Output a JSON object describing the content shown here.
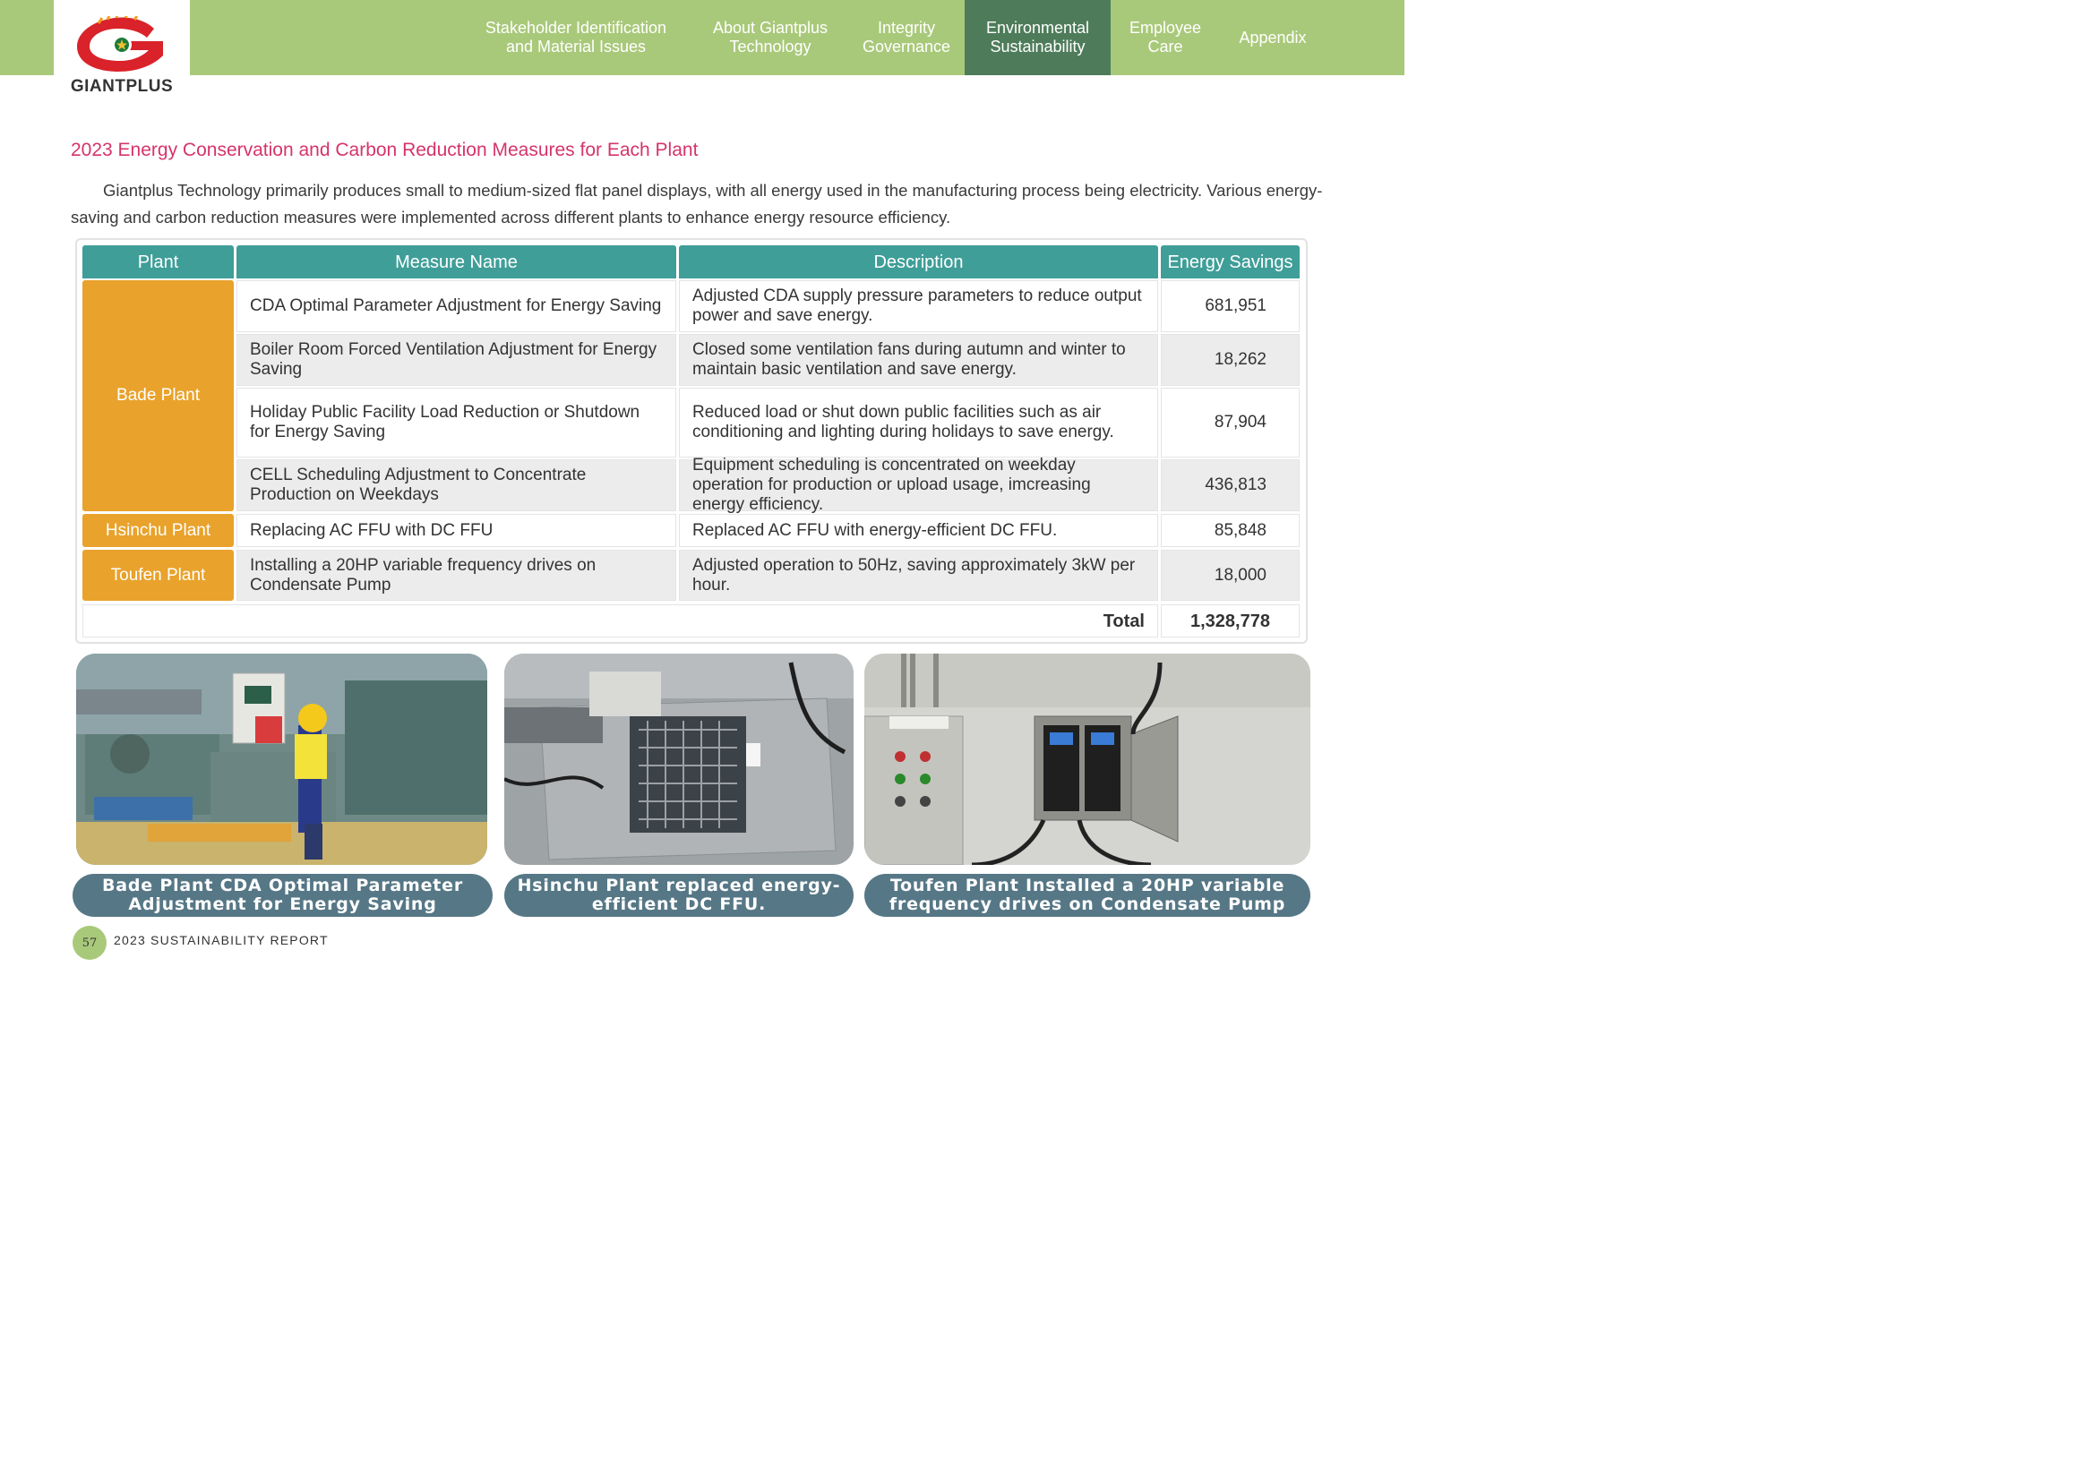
{
  "header": {
    "logo_text": "GIANTPLUS",
    "nav": [
      {
        "label": "Stakeholder Identification\nand Material Issues",
        "active": false
      },
      {
        "label": "About Giantplus\nTechnology",
        "active": false
      },
      {
        "label": "Integrity\nGovernance",
        "active": false
      },
      {
        "label": "Environmental\nSustainability",
        "active": true
      },
      {
        "label": "Employee\nCare",
        "active": false
      },
      {
        "label": "Appendix",
        "active": false
      }
    ]
  },
  "section_title": "2023 Energy Conservation and Carbon Reduction Measures for Each Plant",
  "intro": "Giantplus Technology primarily produces small to medium-sized flat panel displays, with all energy used in the manufacturing process being electricity. Various energy-saving and carbon reduction measures were implemented across different plants to enhance energy resource efficiency.",
  "table": {
    "headers": [
      "Plant",
      "Measure Name",
      "Description",
      "Energy Savings"
    ],
    "plants": [
      "Bade Plant",
      "Hsinchu Plant",
      "Toufen Plant"
    ],
    "rows": [
      {
        "measure": "CDA Optimal Parameter Adjustment for Energy Saving",
        "description": "Adjusted CDA supply pressure parameters to reduce output power and save energy.",
        "savings": "681,951"
      },
      {
        "measure": "Boiler Room Forced Ventilation Adjustment for Energy Saving",
        "description": "Closed some ventilation fans during autumn and winter to maintain basic ventilation and save energy.",
        "savings": "18,262"
      },
      {
        "measure": "Holiday Public Facility Load Reduction or Shutdown for Energy Saving",
        "description": "Reduced load or shut down public facilities such as air conditioning and lighting during holidays to save energy.",
        "savings": "87,904"
      },
      {
        "measure": "CELL Scheduling Adjustment to Concentrate Production on Weekdays",
        "description": "Equipment scheduling is concentrated on weekday operation for production or upload usage, imcreasing energy efficiency.",
        "savings": "436,813"
      },
      {
        "measure": "Replacing AC FFU with DC FFU",
        "description": "Replaced AC FFU with energy-efficient DC FFU.",
        "savings": "85,848"
      },
      {
        "measure": "Installing a 20HP variable frequency drives on Condensate Pump",
        "description": "Adjusted operation to 50Hz, saving approximately 3kW per hour.",
        "savings": "18,000"
      }
    ],
    "total_label": "Total",
    "total_value": "1,328,778"
  },
  "photos": [
    {
      "caption": "Bade Plant CDA Optimal Parameter Adjustment for Energy Saving"
    },
    {
      "caption": "Hsinchu Plant replaced energy-efficient DC FFU."
    },
    {
      "caption": "Toufen Plant Installed a 20HP variable frequency drives on Condensate Pump"
    }
  ],
  "footer": {
    "page_number": "57",
    "report_title": "2023 SUSTAINABILITY REPORT"
  },
  "colors": {
    "header_green": "#a9c97a",
    "active_nav": "#4e7c5a",
    "title_pink": "#d6336c",
    "table_header_teal": "#3f9e98",
    "plant_orange": "#e9a22b",
    "caption_slate": "#567786"
  }
}
